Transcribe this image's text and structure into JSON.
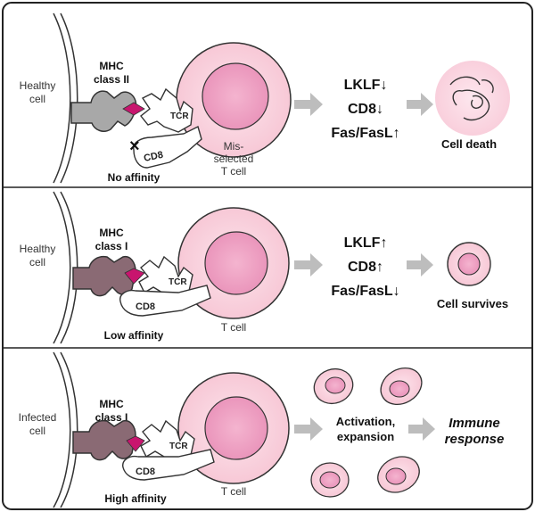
{
  "panels": [
    {
      "cell_label": [
        "Healthy",
        "cell"
      ],
      "mhc_label": [
        "MHC",
        "class II"
      ],
      "tcr_label": "TCR",
      "cd8_label": "CD8",
      "affinity": "No affinity",
      "tcell_label": [
        "Mis-",
        "selected",
        "T cell"
      ],
      "genes": [
        "LKLF↓",
        "CD8↓",
        "Fas/FasL↑"
      ],
      "outcome": "Cell death"
    },
    {
      "cell_label": [
        "Healthy",
        "cell"
      ],
      "mhc_label": [
        "MHC",
        "class I"
      ],
      "tcr_label": "TCR",
      "cd8_label": "CD8",
      "affinity": "Low affinity",
      "tcell_label": [
        "T cell"
      ],
      "genes": [
        "LKLF↑",
        "CD8↑",
        "Fas/FasL↓"
      ],
      "outcome": "Cell survives"
    },
    {
      "cell_label": [
        "Infected",
        "cell"
      ],
      "mhc_label": [
        "MHC",
        "class I"
      ],
      "tcr_label": "TCR",
      "cd8_label": "CD8",
      "affinity": "High affinity",
      "tcell_label": [
        "T cell"
      ],
      "outcome_mid": [
        "Activation,",
        "expansion"
      ],
      "outcome": [
        "Immune",
        "response"
      ]
    }
  ],
  "colors": {
    "cell_fill": "#fbd9e3",
    "nucleus_fill": "#f1a8c6",
    "peptide": "#c8156e",
    "mhc2_gray": "#a8a8a8",
    "mhc1_mauve": "#8a6a74",
    "arrow_gray": "#bdbdbd",
    "frame": "#222222"
  }
}
